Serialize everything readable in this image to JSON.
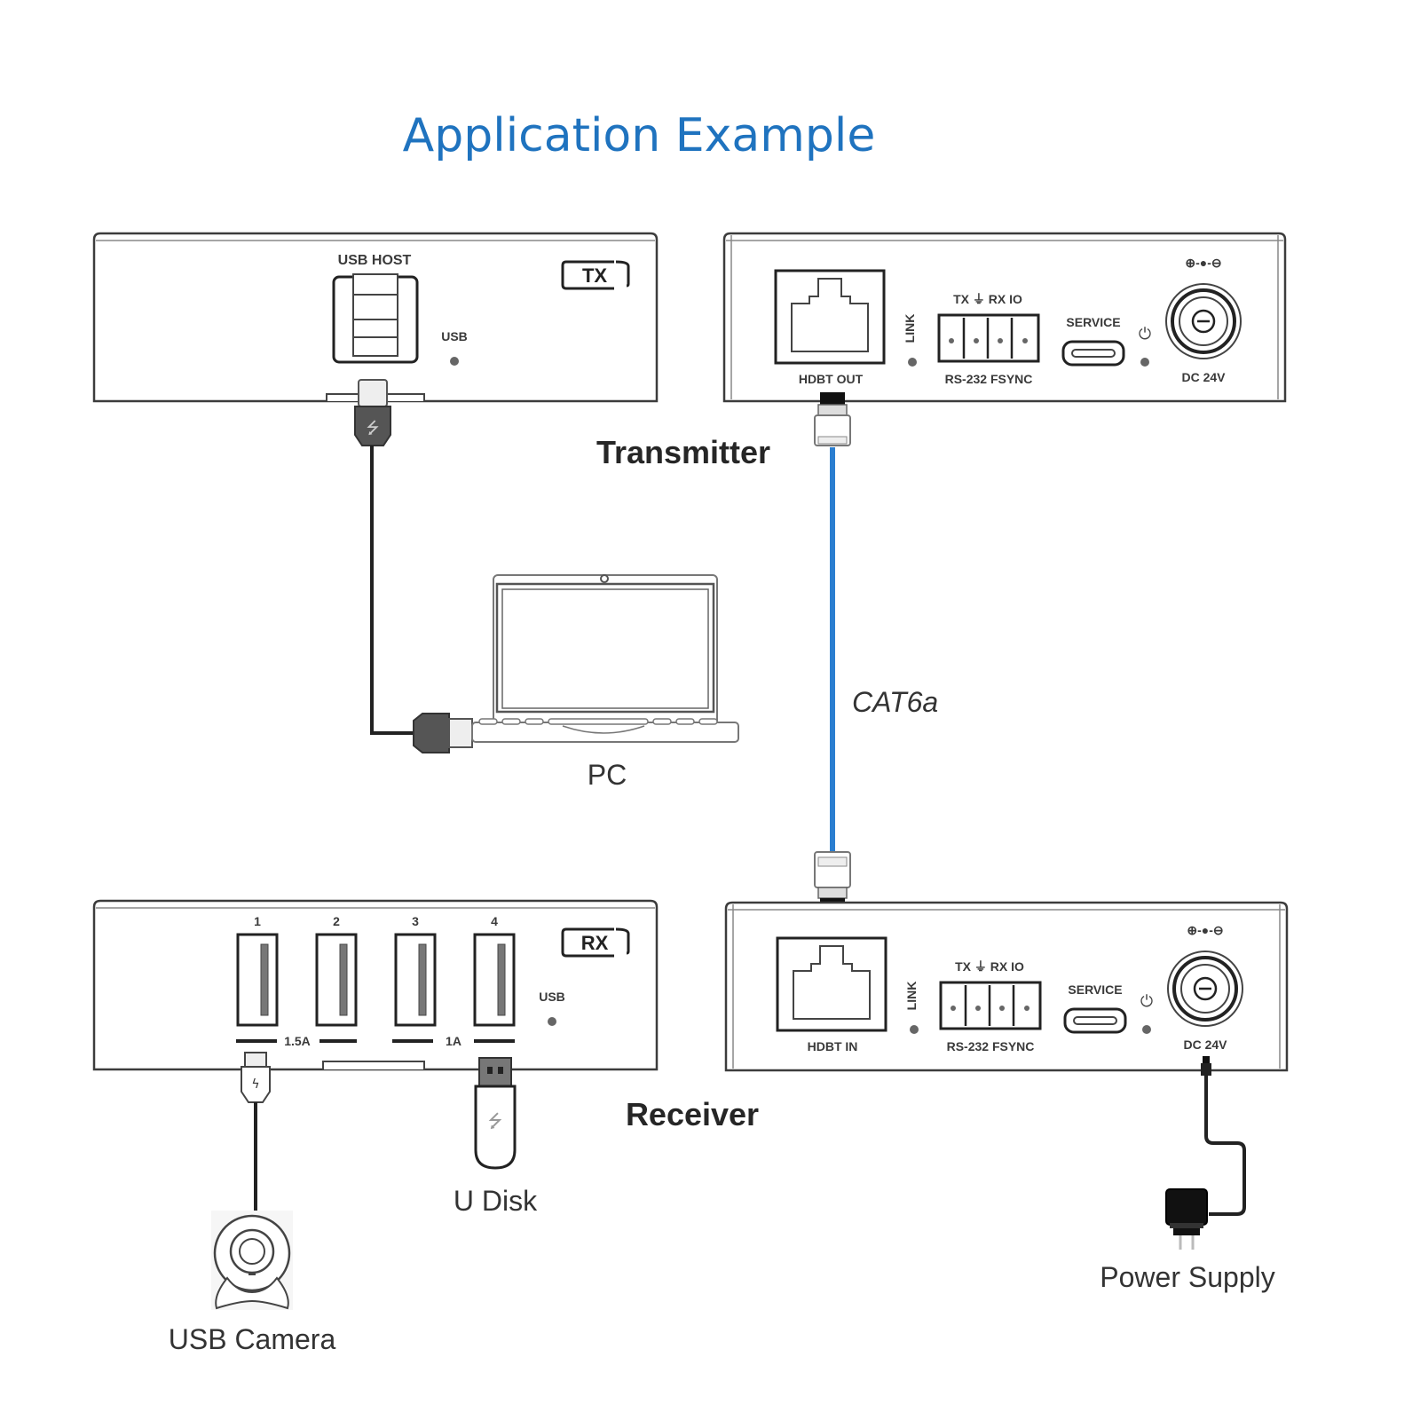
{
  "title": "Application Example",
  "colors": {
    "title": "#1f73bf",
    "cat_cable": "#2a7ed0",
    "device_outline": "#3c3c3c"
  },
  "transmitter": {
    "label": "Transmitter",
    "badge": "TX",
    "usb_host_label": "USB HOST",
    "usb_led_label": "USB",
    "hdbt_port_label": "HDBT OUT",
    "link_label": "LINK",
    "serial_top_label": "TX ⏚ RX IO",
    "serial_bottom_label": "RS-232  FSYNC",
    "service_label": "SERVICE",
    "power_label": "DC 24V",
    "polarity_label": "⊕-●-⊖"
  },
  "receiver": {
    "label": "Receiver",
    "badge": "RX",
    "usb_led_label": "USB",
    "usb_ports": [
      {
        "number": "1"
      },
      {
        "number": "2"
      },
      {
        "number": "3"
      },
      {
        "number": "4"
      }
    ],
    "current_labels": [
      "1.5A",
      "1A"
    ],
    "hdbt_port_label": "HDBT IN",
    "link_label": "LINK",
    "serial_top_label": "TX ⏚ RX IO",
    "serial_bottom_label": "RS-232  FSYNC",
    "service_label": "SERVICE",
    "power_label": "DC 24V",
    "polarity_label": "⊕-●-⊖"
  },
  "cable": {
    "label": "CAT6a"
  },
  "devices": {
    "pc": "PC",
    "usb_camera": "USB Camera",
    "u_disk": "U Disk",
    "power_supply": "Power Supply"
  }
}
